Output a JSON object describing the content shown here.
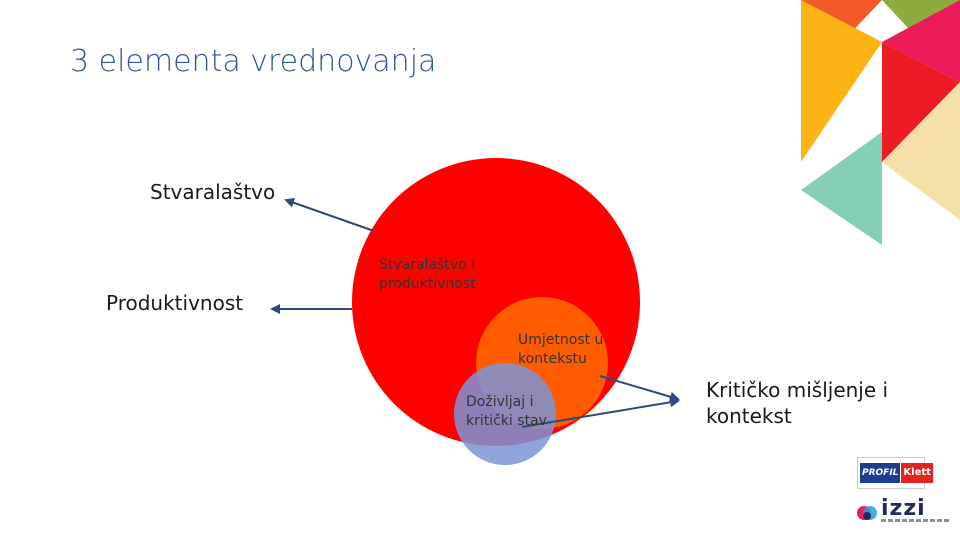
{
  "slide": {
    "title": "3 elementa vrednovanja"
  },
  "outer_labels": {
    "stvaralastvo": "Stvaralaštvo",
    "produktivnost": "Produktivnost",
    "kriticko": "Kritičko mišljenje i kontekst"
  },
  "circles": {
    "big": {
      "text": "Stvaralaštvo i produktivnost",
      "color": "#ff0000"
    },
    "orange": {
      "text": "Umjetnost u kontekstu",
      "color": "#ff5b00"
    },
    "blue": {
      "text": "Doživljaj i kritički stav",
      "color": "#7d94d6"
    },
    "yellow": {
      "color": "#ffff99"
    }
  },
  "decor_colors": {
    "orange_red": "#f15a29",
    "olive": "#8dab3e",
    "magenta": "#ec1c5a",
    "yellow": "#fcb316",
    "red": "#ed1c24",
    "pale": "#f6e0a7",
    "teal": "#85cfb5"
  },
  "logos": {
    "profil": "PROFIL",
    "klett": "Klett",
    "izzi": "izzi"
  },
  "icons": {
    "arrowhead": "arrow-head-icon"
  }
}
